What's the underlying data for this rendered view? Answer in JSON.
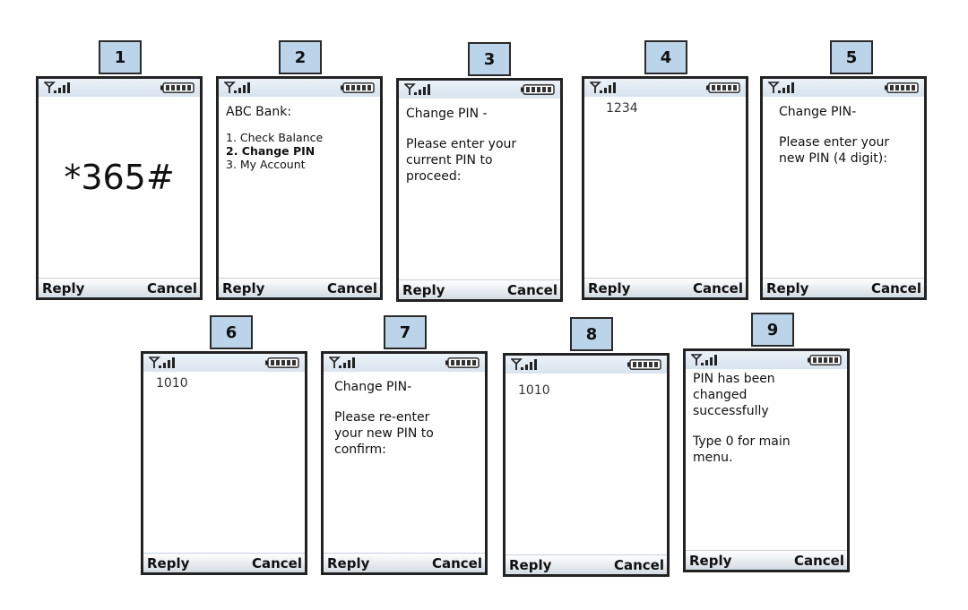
{
  "icons": {
    "signal": "signal-strength-icon",
    "battery": "battery-icon"
  },
  "colors": {
    "badge_fill": "#bcd4ea",
    "status_bar": "#dfe7ef",
    "softkey_bar": "#dde4ea",
    "border": "#222222"
  },
  "screens": [
    {
      "number": "1",
      "display_text": "*365#",
      "reply_label": "Reply",
      "cancel_label": "Cancel"
    },
    {
      "number": "2",
      "title": "ABC Bank:",
      "menu_items": [
        "1. Check Balance",
        "2. Change PIN",
        "3. My Account"
      ],
      "reply_label": "Reply",
      "cancel_label": "Cancel"
    },
    {
      "number": "3",
      "title": "Change PIN -",
      "lines": [
        "Please enter your",
        "current PIN to",
        "proceed:"
      ],
      "reply_label": "Reply",
      "cancel_label": "Cancel"
    },
    {
      "number": "4",
      "input_value": "1234",
      "reply_label": "Reply",
      "cancel_label": "Cancel"
    },
    {
      "number": "5",
      "title": "Change PIN-",
      "lines": [
        "Please enter your",
        "new PIN (4 digit):"
      ],
      "reply_label": "Reply",
      "cancel_label": "Cancel"
    },
    {
      "number": "6",
      "input_value": "1010",
      "reply_label": "Reply",
      "cancel_label": "Cancel"
    },
    {
      "number": "7",
      "title": "Change PIN-",
      "lines": [
        "Please re-enter",
        "your new PIN to",
        "confirm:"
      ],
      "reply_label": "Reply",
      "cancel_label": "Cancel"
    },
    {
      "number": "8",
      "input_value": "1010",
      "reply_label": "Reply",
      "cancel_label": "Cancel"
    },
    {
      "number": "9",
      "lines": [
        "PIN has been",
        "changed",
        "successfully"
      ],
      "lines_2": [
        "Type 0 for main",
        "menu."
      ],
      "reply_label": "Reply",
      "cancel_label": "Cancel"
    }
  ]
}
